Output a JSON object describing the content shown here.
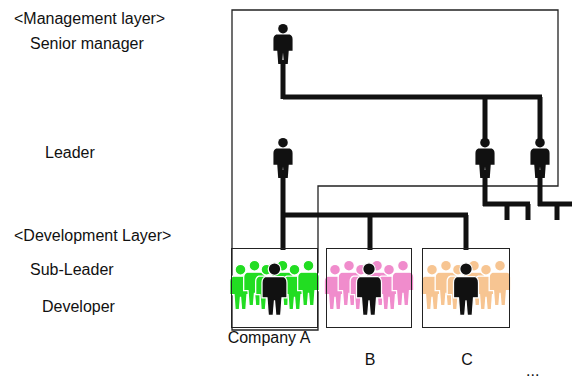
{
  "diagram": {
    "nodes": [
      {
        "text": [
          "Company A"
        ]
      },
      {
        "text": [
          "B"
        ]
      },
      {
        "text": [
          "C"
        ]
      }
    ],
    "labels": [
      "<Management layer>",
      "Senior manager",
      "Leader",
      "<Development Layer>",
      "Sub-Leader",
      "Developer",
      "..."
    ]
  }
}
